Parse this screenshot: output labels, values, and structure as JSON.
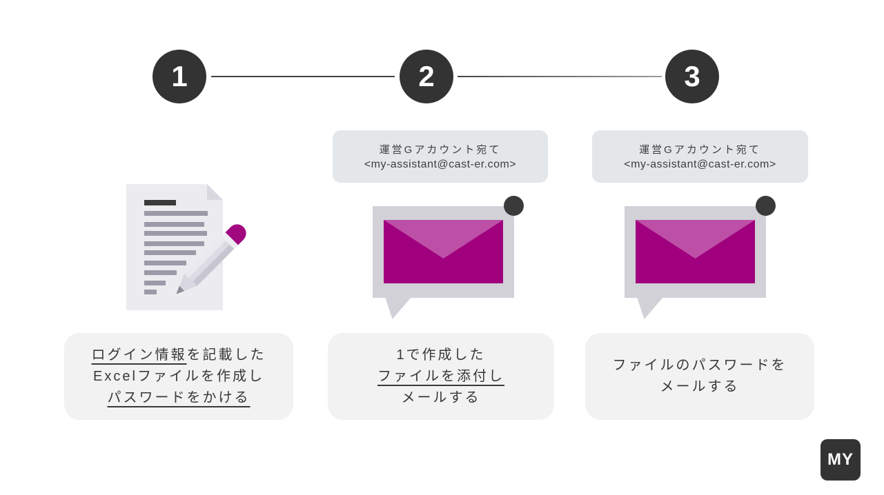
{
  "slide": {
    "steps": [
      {
        "number": "1",
        "icon": "document-pencil-icon",
        "caption": {
          "lines": [
            {
              "segments": [
                {
                  "text": "ログイン情報",
                  "underline": true
                },
                {
                  "text": "を記載した",
                  "underline": false
                }
              ]
            },
            {
              "segments": [
                {
                  "text": "Excelファイルを作成し",
                  "underline": false
                }
              ]
            },
            {
              "segments": [
                {
                  "text": "パスワードをかける",
                  "underline": true
                }
              ]
            }
          ]
        }
      },
      {
        "number": "2",
        "icon": "email-message-icon",
        "recipient_label": {
          "line1": "運営Gアカウント宛て",
          "line2": "<my-assistant@cast-er.com>"
        },
        "caption": {
          "lines": [
            {
              "segments": [
                {
                  "text": "1で作成した",
                  "underline": false
                }
              ]
            },
            {
              "segments": [
                {
                  "text": "ファイルを添付し",
                  "underline": true
                }
              ]
            },
            {
              "segments": [
                {
                  "text": "メールする",
                  "underline": false
                }
              ]
            }
          ]
        }
      },
      {
        "number": "3",
        "icon": "email-message-icon",
        "recipient_label": {
          "line1": "運営Gアカウント宛て",
          "line2": "<my-assistant@cast-er.com>"
        },
        "caption": {
          "lines": [
            {
              "segments": [
                {
                  "text": "ファイルのパスワードを",
                  "underline": false
                }
              ]
            },
            {
              "segments": [
                {
                  "text": "メールする",
                  "underline": false
                }
              ]
            }
          ]
        }
      }
    ],
    "logo": {
      "text": "MY"
    },
    "colors": {
      "step_circle": "#333333",
      "accent_magenta": "#a0007e",
      "flap_magenta": "#bd4fa6",
      "bubble_gray": "#d2d1d8",
      "label_bg": "#e3e7ea",
      "caption_bg": "#f2f2f3",
      "text": "#3b3b3b"
    }
  }
}
